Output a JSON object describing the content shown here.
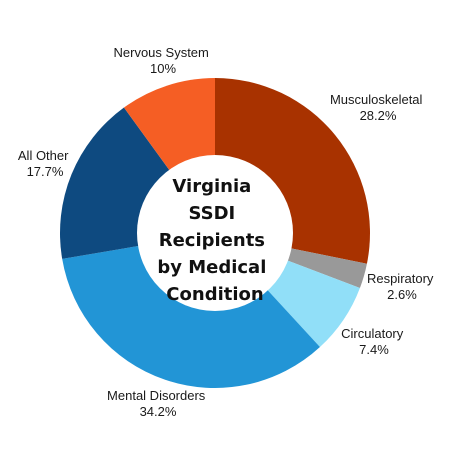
{
  "chart_data": {
    "type": "pie",
    "variant": "donut",
    "title_lines": [
      "Virginia",
      "SSDI",
      "Recipients",
      "by Medical",
      "Condition"
    ],
    "slices": [
      {
        "label": "Musculoskeletal",
        "value": 28.2,
        "value_label": "28.2%",
        "color": "#A83200"
      },
      {
        "label": "Respiratory",
        "value": 2.6,
        "value_label": "2.6%",
        "color": "#999999"
      },
      {
        "label": "Circulatory",
        "value": 7.4,
        "value_label": "7.4%",
        "color": "#91DFF8"
      },
      {
        "label": "Mental Disorders",
        "value": 34.2,
        "value_label": "34.2%",
        "color": "#2295D6"
      },
      {
        "label": "All Other",
        "value": 17.7,
        "value_label": "17.7%",
        "color": "#0E4A80"
      },
      {
        "label": "Nervous System",
        "value": 10,
        "value_label": "10%",
        "color": "#F55E24"
      }
    ],
    "start_angle_deg": 0,
    "direction": "clockwise"
  }
}
